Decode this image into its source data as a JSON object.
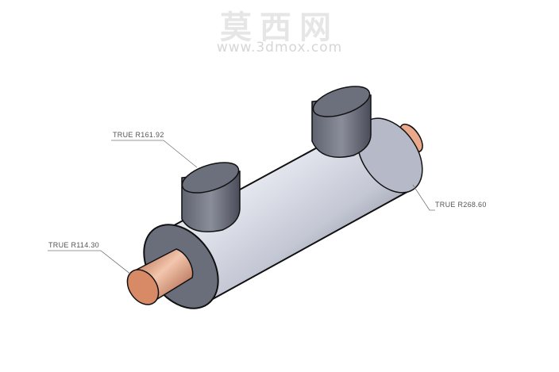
{
  "watermark": {
    "title": "莫西网",
    "url": "www.3dmox.com"
  },
  "dimensions": {
    "d1": "TRUE R161.92",
    "d2": "TRUE R114.30",
    "d3": "TRUE R268.60"
  },
  "colors": {
    "body_metal": "#b9bccb",
    "copper": "#d98a68",
    "outline": "#111111",
    "leader": "#777777",
    "background": "#ffffff"
  }
}
